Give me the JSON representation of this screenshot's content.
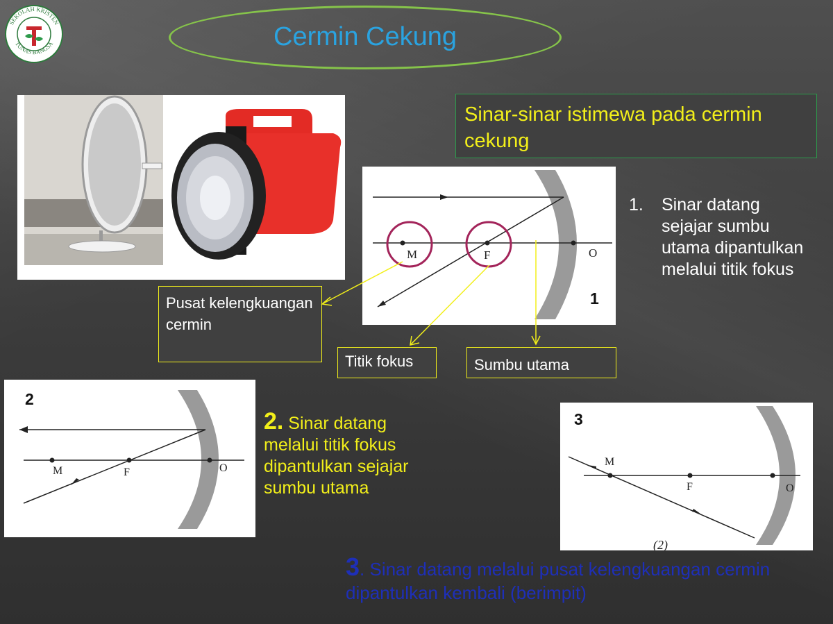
{
  "logo": {
    "text_top": "SEKOLAH KRISTEN",
    "text_bottom": "TUNAS BANGSA",
    "icon": "school-logo-icon"
  },
  "title": "Cermin Cekung",
  "subtitle": "Sinar-sinar istimewa pada cermin cekung",
  "photo": {
    "icon": "concave-mirror-flashlight-photo"
  },
  "diagram1": {
    "number": "1",
    "labels": {
      "m": "M",
      "f": "F",
      "o": "O"
    }
  },
  "diagram2": {
    "number": "2",
    "labels": {
      "m": "M",
      "f": "F",
      "o": "O"
    }
  },
  "diagram3": {
    "number": "3",
    "labels": {
      "m": "M",
      "f": "F",
      "o": "O"
    },
    "caption": "(2)"
  },
  "step1": {
    "number": "1.",
    "text": "Sinar datang sejajar sumbu utama dipantulkan melalui titik fokus"
  },
  "callouts": {
    "pusat": "Pusat kelengkuangan cermin",
    "titik": "Titik fokus",
    "sumbu": "Sumbu utama"
  },
  "step2": {
    "number": "2.",
    "text": " Sinar datang melalui titik fokus dipantulkan sejajar sumbu utama"
  },
  "step3": {
    "number": "3",
    "text": ". Sinar datang melalui pusat kelengkuangan cermin dipantulkan kembali (berimpit)"
  },
  "colors": {
    "title": "#2aa3e0",
    "oval": "#86c44a",
    "highlight": "#f2ef1a",
    "circle": "#a3245a",
    "step3": "#1e2fb8"
  }
}
